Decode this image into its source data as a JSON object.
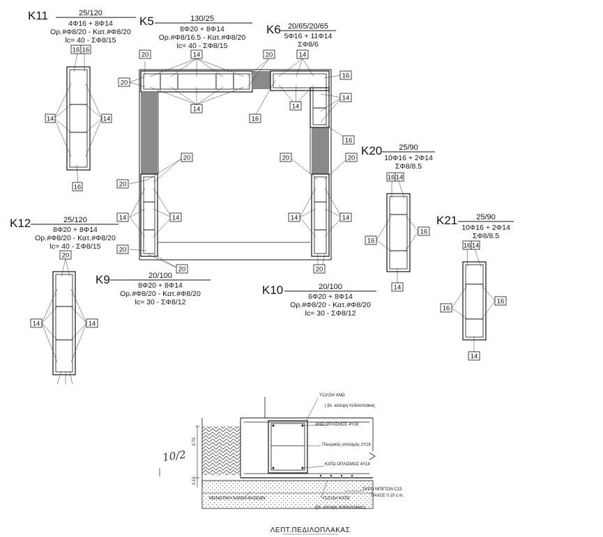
{
  "columns": [
    {
      "id": "K11",
      "size": "25/120",
      "lines": [
        "4Φ16 + 8Φ14",
        "Ορ.#Φ8/20 - Κατ.#Φ8/20",
        "lc= 40 - ΣΦ8/15"
      ]
    },
    {
      "id": "K5",
      "size": "130/25",
      "lines": [
        "8Φ20 + 8Φ14",
        "Ορ.#Φ8/16.5 - Κατ.#Φ8/20",
        "lc= 40 - ΣΦ8/15"
      ]
    },
    {
      "id": "K6",
      "size": "20/65/20/65",
      "lines": [
        "5Φ16 + 11Φ14",
        "ΣΦ8/6"
      ]
    },
    {
      "id": "K20",
      "size": "25/90",
      "lines": [
        "10Φ16 + 2Φ14",
        "ΣΦ8/8.5"
      ]
    },
    {
      "id": "K21",
      "size": "25/90",
      "lines": [
        "10Φ16 + 2Φ14",
        "ΣΦ8/8.5"
      ]
    },
    {
      "id": "K12",
      "size": "25/120",
      "lines": [
        "8Φ20 + 8Φ14",
        "Ορ.#Φ8/20 - Κατ.#Φ8/20",
        "lc= 40 - ΣΦ8/15"
      ]
    },
    {
      "id": "K9",
      "size": "20/100",
      "lines": [
        "8Φ20 + 8Φ14",
        "Ορ.#Φ8/20 - Κατ.#Φ8/20",
        "lc= 30 - ΣΦ8/12"
      ]
    },
    {
      "id": "K10",
      "size": "20/100",
      "lines": [
        "6Φ20 + 8Φ14",
        "Ορ.#Φ8/20 - Κατ.#Φ8/20",
        "lc= 30 - ΣΦ8/12"
      ]
    }
  ],
  "tags": {
    "t20": "20",
    "t16": "16",
    "t14": "14"
  },
  "detail": {
    "top_note": "Υ12/15# ΑΝΩ",
    "top_ref": "( βλ. κάτοψη πεδιλοπλάκας",
    "top_rebar": "ΑΝΩ ΟΠΛΙΣΜΟΣ 4Υ18",
    "side_rebar": "Πλευρικός οπλισμός 2Υ18",
    "bottom_rebar": "ΚΑΤΩ ΟΠΛΙΣΜΟΣ 4Υ18",
    "lean_concrete": "ΣΚΡΟ ΜΠΕΤΟΝ C15",
    "thickness": "ΠΑΧΟΣ 0.10 c.m.",
    "insulation": "ΜΟΝΩΤΙΚΗ ΛΑΡΔΙΑ ΒΑΣΕΩΝ",
    "bottom_note": "Υ12/15# ΚΑΤΩ",
    "bottom_ref": "(βλ. κάτοψη πεδιλοπλάκας)",
    "dim_upper": "0.70",
    "dim_lower": "0.10",
    "handwritten": "10/2",
    "caption": "ΛΕΠΤ.ΠΕΔΙΛΟΠΛΑΚΑΣ"
  }
}
